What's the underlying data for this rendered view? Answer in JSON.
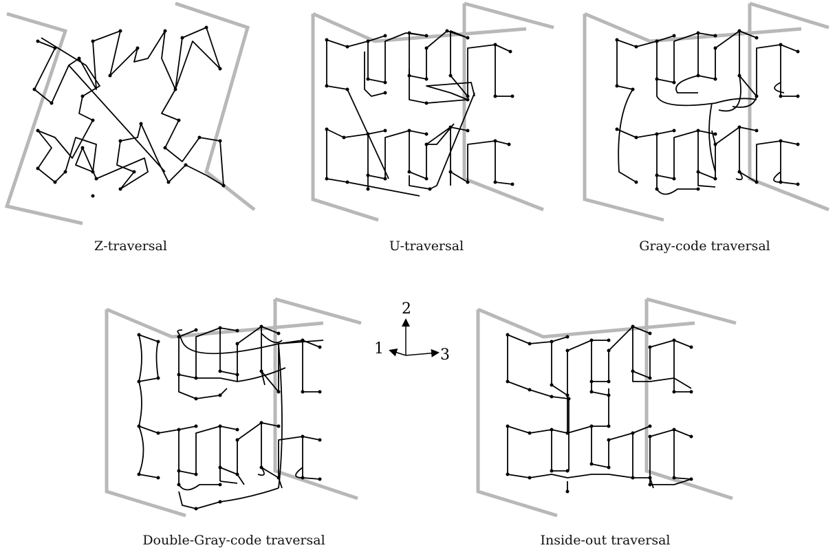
{
  "captions": {
    "z": "Z-traversal",
    "u": "U-traversal",
    "gray": "Gray-code traversal",
    "double_gray": "Double-Gray-code traversal",
    "inside_out": "Inside-out traversal"
  },
  "axes": {
    "axis1": "1",
    "axis2": "2",
    "axis3": "3"
  },
  "colors": {
    "frame": "#b8b8b8",
    "path": "#000000",
    "node": "#000000"
  }
}
